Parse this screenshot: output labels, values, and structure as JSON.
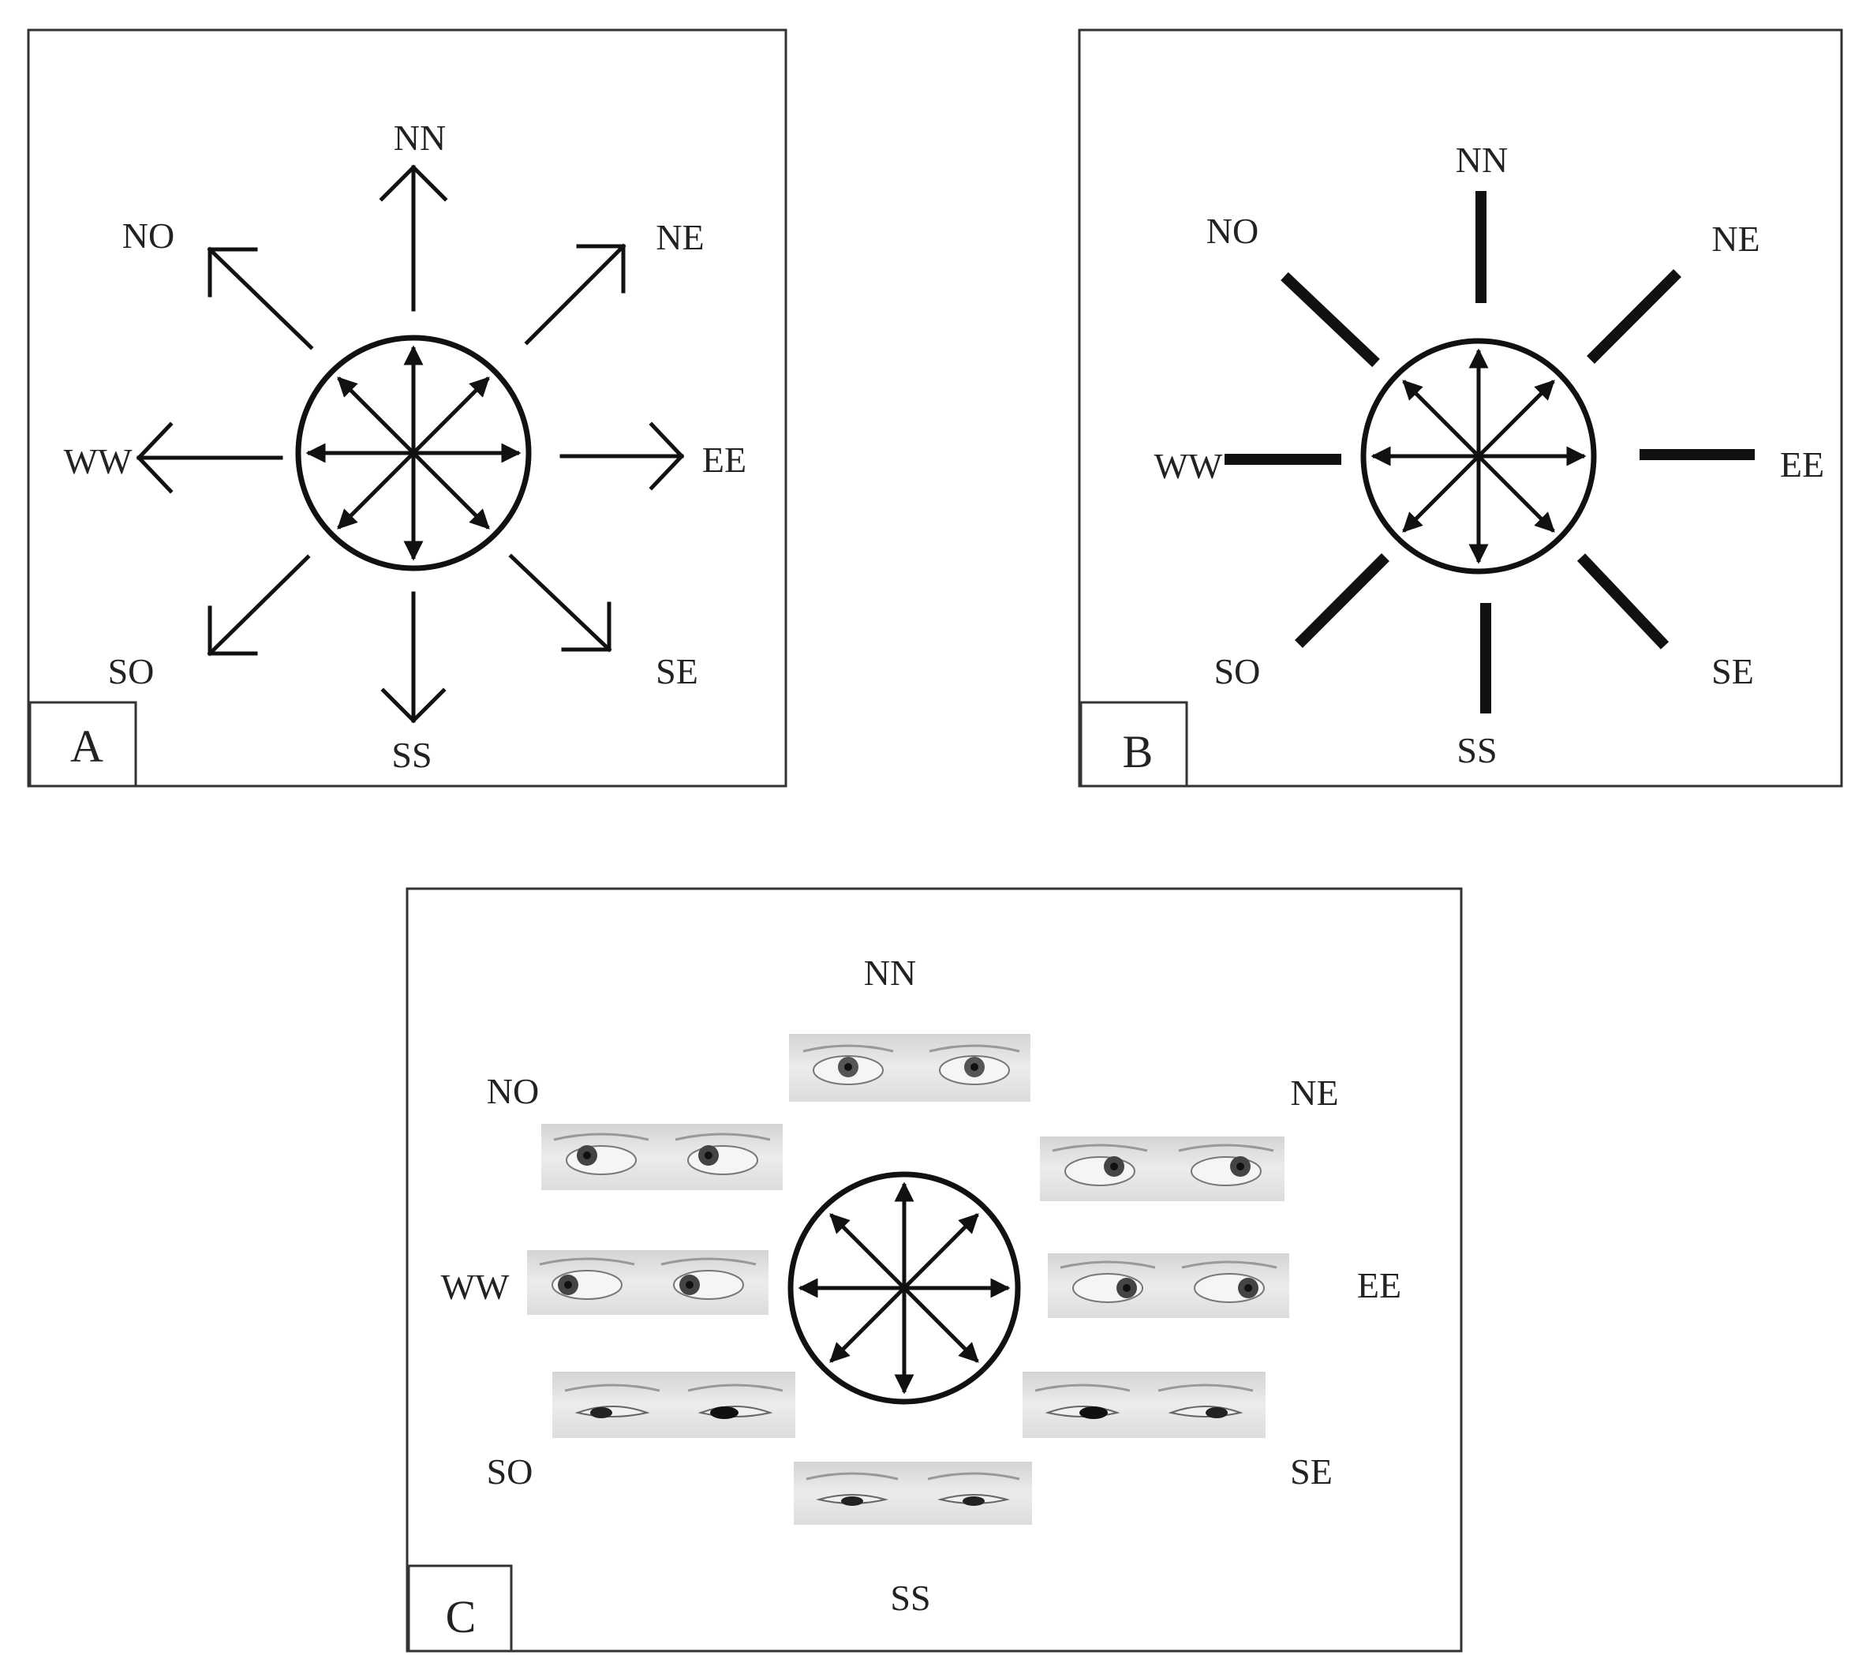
{
  "panels": [
    {
      "id": "A",
      "tag": "A",
      "style": "arrows",
      "labels": {
        "NN": "NN",
        "NE": "NE",
        "EE": "EE",
        "SE": "SE",
        "SS": "SS",
        "SO": "SO",
        "WW": "WW",
        "NO": "NO"
      }
    },
    {
      "id": "B",
      "tag": "B",
      "style": "bars",
      "labels": {
        "NN": "NN",
        "NE": "NE",
        "EE": "EE",
        "SE": "SE",
        "SS": "SS",
        "SO": "SO",
        "WW": "WW",
        "NO": "NO"
      }
    },
    {
      "id": "C",
      "tag": "C",
      "style": "eye-photos",
      "labels": {
        "NN": "NN",
        "NE": "NE",
        "EE": "EE",
        "SE": "SE",
        "SS": "SS",
        "SO": "SO",
        "WW": "WW",
        "NO": "NO"
      }
    }
  ],
  "colors": {
    "ink": "#111111",
    "frame": "#333333",
    "label": "#222222"
  }
}
